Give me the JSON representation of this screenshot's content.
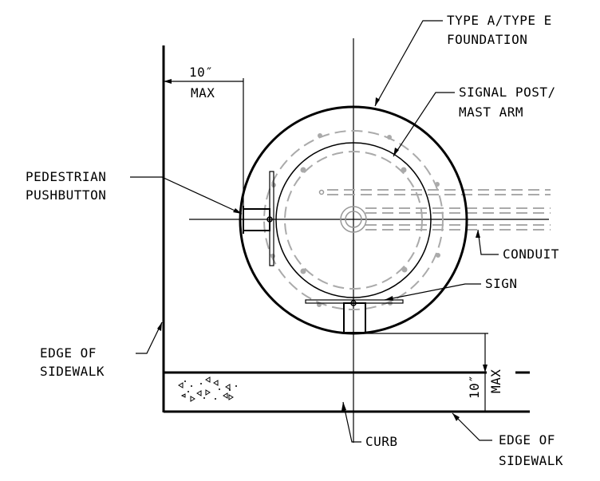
{
  "labels": {
    "foundation_line1": "TYPE A/TYPE E",
    "foundation_line2": "FOUNDATION",
    "post_line1": "SIGNAL POST/",
    "post_line2": "MAST ARM",
    "dim_top_value": "10″",
    "dim_top_unit": "MAX",
    "ped_line1": "PEDESTRIAN",
    "ped_line2": "PUSHBUTTON",
    "conduit": "CONDUIT",
    "sign": "SIGN",
    "edge_left_line1": "EDGE OF",
    "edge_left_line2": "SIDEWALK",
    "dim_right_value": "10″",
    "dim_right_unit": "MAX",
    "curb": "CURB",
    "edge_right_line1": "EDGE OF",
    "edge_right_line2": "SIDEWALK"
  },
  "colors": {
    "line": "#000000",
    "hidden": "#aaaaaa"
  }
}
